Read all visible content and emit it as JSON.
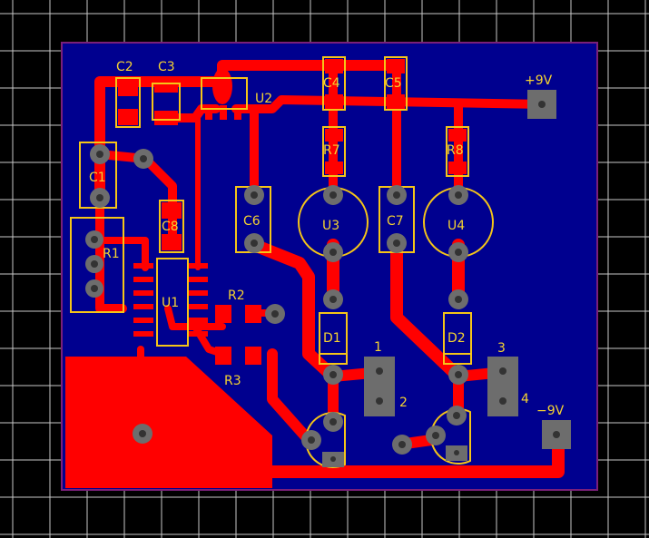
{
  "board": {
    "colors": {
      "background": "#000000",
      "grid": "#c8c8c8",
      "board": "#00008f",
      "outline": "#7a1f7a",
      "copper": "#ff0000",
      "silk": "#f5c518",
      "pad": "#6d6d6d"
    },
    "labels": {
      "c1": "C1",
      "c2": "C2",
      "c3": "C3",
      "c4": "C4",
      "c5": "C5",
      "c6": "C6",
      "c7": "C7",
      "c8": "C8",
      "r1": "R1",
      "r2": "R2",
      "r3": "R3",
      "r7": "R7",
      "r8": "R8",
      "u1": "U1",
      "u2": "U2",
      "u3": "U3",
      "u4": "U4",
      "d1": "D1",
      "d2": "D2",
      "p1": "1",
      "p2": "2",
      "p3": "3",
      "p4": "4",
      "vpos": "+9V",
      "vneg": "−9V"
    }
  }
}
